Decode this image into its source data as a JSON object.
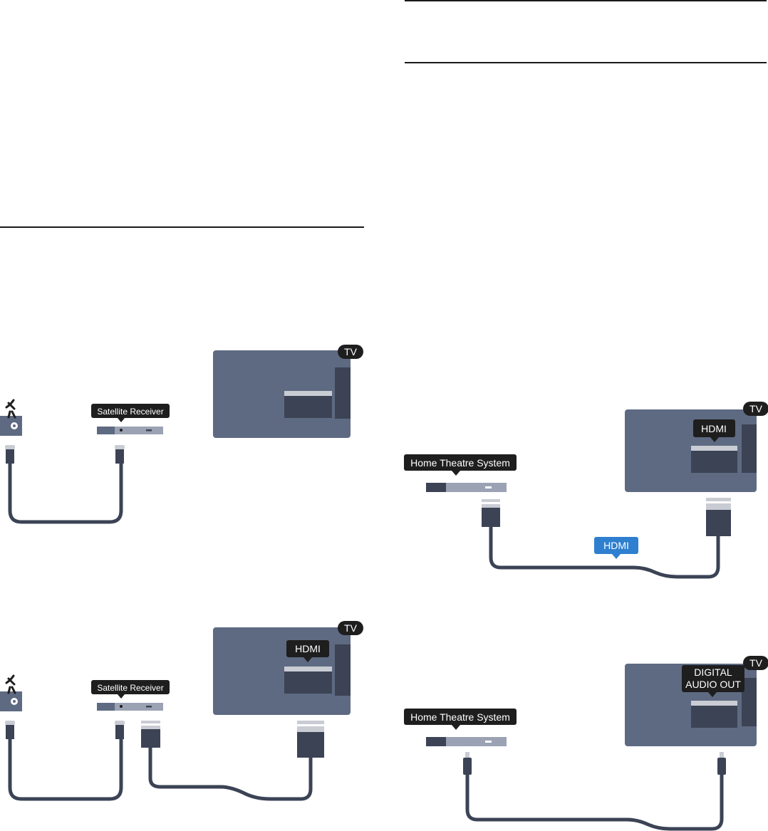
{
  "diagrams": {
    "satellite_antenna": {
      "receiver_label": "Satellite Receiver",
      "tv_label": "TV"
    },
    "satellite_antenna_hdmi": {
      "receiver_label": "Satellite Receiver",
      "tv_label": "TV",
      "tv_port_label": "HDMI"
    },
    "home_theatre_hdmi": {
      "device_label": "Home Theatre System",
      "tv_label": "TV",
      "tv_port_label": "HDMI",
      "cable_label": "HDMI"
    },
    "home_theatre_digital_audio": {
      "device_label": "Home Theatre System",
      "tv_label": "TV",
      "tv_port_label_line1": "DIGITAL",
      "tv_port_label_line2": "AUDIO OUT"
    }
  },
  "colors": {
    "device_blue_gray": "#5e6a82",
    "device_dark": "#3b4355",
    "label_black": "#1e1e1e",
    "hdmi_blue": "#2f7fd0",
    "rule": "#1a1a1a"
  }
}
